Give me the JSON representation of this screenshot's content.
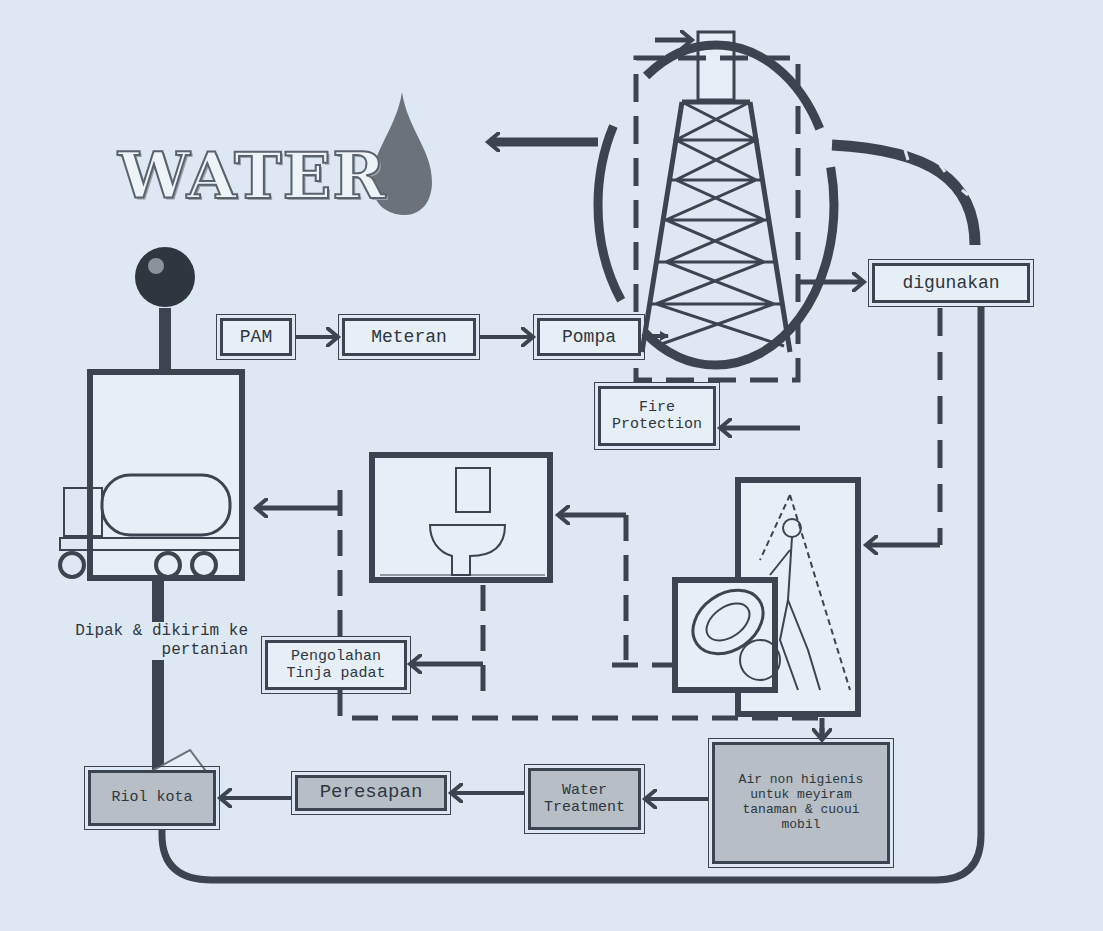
{
  "diagram": {
    "title": "WATER",
    "nodes": [
      {
        "text": [
          "PAM"
        ]
      },
      {
        "text": [
          "Meteran"
        ]
      },
      {
        "text": [
          "Pompa"
        ]
      },
      {
        "text": [
          "digunakan"
        ]
      },
      {
        "text": [
          "Fire Protection"
        ]
      },
      {
        "text": [
          "Pengolahan Tinja padat"
        ]
      },
      {
        "text": [
          "Air non higienis untuk meyiram tanaman & cuoui mobil"
        ]
      },
      {
        "text": [
          "Water Treatment"
        ]
      },
      {
        "text": [
          "Peresapan"
        ]
      },
      {
        "text": [
          "Riol kota"
        ]
      }
    ],
    "edges": [
      {
        "from": 0,
        "to": 1,
        "arrow": "to"
      },
      {
        "from": 1,
        "to": 2,
        "arrow": "to"
      },
      {
        "from": 6,
        "to": 7,
        "arrow": "to"
      },
      {
        "from": 7,
        "to": 8,
        "arrow": "to"
      },
      {
        "from": 8,
        "to": 9,
        "arrow": "to"
      },
      {
        "from": 3,
        "to": 9,
        "arrow": "none"
      }
    ],
    "labels": [
      "Dipak & dikirim ke pertanian"
    ]
  }
}
